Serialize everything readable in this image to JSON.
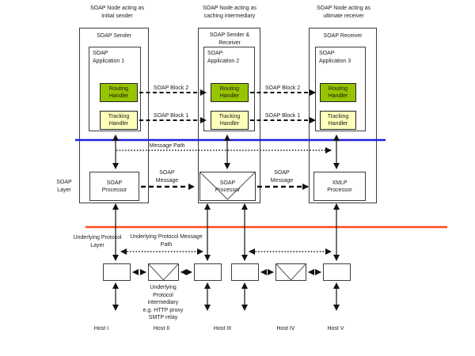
{
  "diagram": {
    "nodes": [
      {
        "caption": "SOAP Node acting as initial sender",
        "title": "SOAP Sender",
        "application": "SOAP Application 1",
        "routing_handler": "Routing Handler",
        "tracking_handler": "Tracking Handler",
        "processor": "SOAP Processor"
      },
      {
        "caption": "SOAP Node acting as caching intermediary",
        "title": "SOAP Sender & Receiver",
        "application": "SOAP Application 2",
        "routing_handler": "Routing Handler",
        "tracking_handler": "Tracking Handler",
        "processor": "SOAP Processor"
      },
      {
        "caption": "SOAP Node acting as ultimate receiver",
        "title": "SOAP Receiver",
        "application": "SOAP Application 3",
        "routing_handler": "Routing Handler",
        "tracking_handler": "Tracking Handler",
        "processor": "XMLP Processor"
      }
    ],
    "labels": {
      "soap_block_2": "SOAP Block 2",
      "soap_block_1": "SOAP Block 1",
      "message_path": "Message Path",
      "soap_message": "SOAP Message",
      "soap_layer": "SOAP Layer",
      "underlying_protocol_layer": "Underlying Protocol Layer",
      "underlying_protocol_message_path": "Underlying Protocol Message Path",
      "underlying_protocol_intermediary": "Underlying Protocol intermediary e.g. HTTP proxy SMTP relay"
    },
    "hosts": [
      "Host I",
      "Host II",
      "Host III",
      "Host IV",
      "Host V"
    ],
    "colors": {
      "routing_handler_fill": "#97C400",
      "tracking_handler_fill": "#FFFFBC",
      "message_path_line": "#2020DD",
      "underlying_protocol_line": "#FF4A1A"
    }
  }
}
